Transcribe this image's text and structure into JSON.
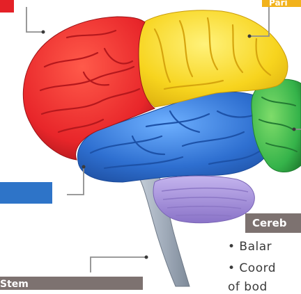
{
  "colors": {
    "frontal": "#e8262a",
    "parietal": "#f5d21c",
    "occipital": "#35b34a",
    "temporal": "#2e6fd0",
    "cerebellum": "#a48fd8",
    "brain_stem": "#a9b4c2",
    "label_frontal": "#e42127",
    "label_parietal": "#f2b21b",
    "label_temporal": "#2e74c8",
    "label_stem": "#7d7270",
    "label_cerebellum": "#7d7270",
    "connector": "#8e8e8e"
  },
  "labels": {
    "frontal": "",
    "parietal": "Pari",
    "temporal": "",
    "brain_stem": "Stem",
    "cerebellum": "Cereb"
  },
  "cerebellum_functions": [
    "• Balar",
    "• Coord",
    "of bod"
  ]
}
